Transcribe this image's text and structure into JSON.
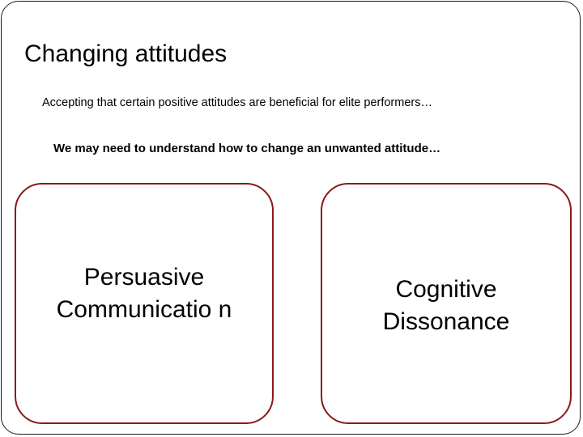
{
  "slide": {
    "title": "Changing attitudes",
    "subtitle_1": "Accepting that certain positive attitudes are beneficial for elite performers…",
    "subtitle_2": "We may need to understand how to change an unwanted attitude…",
    "boxes": [
      {
        "label": "Persuasive Communicatio n"
      },
      {
        "label": "Cognitive Dissonance"
      }
    ],
    "colors": {
      "box_border": "#8b1a1a",
      "frame_border": "#1a1a1a",
      "text": "#000000",
      "background": "#ffffff"
    }
  }
}
